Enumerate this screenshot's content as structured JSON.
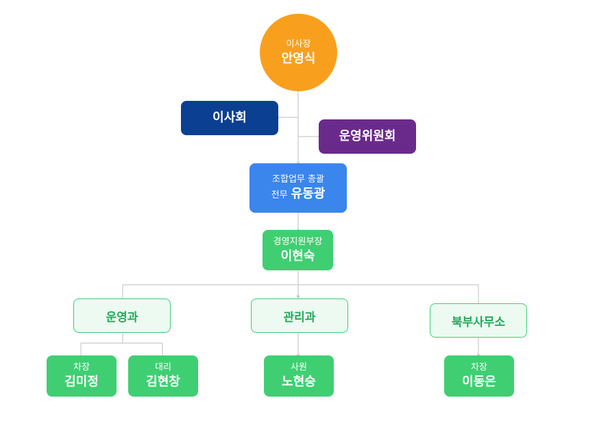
{
  "colors": {
    "chairman": "#f8a01e",
    "board": "#0b3f92",
    "committee": "#6a2a8c",
    "director": "#3b86ec",
    "green": "#3fcf72",
    "green_light_bg": "#ecfaf1",
    "green_text": "#23a95a",
    "line": "#c9c9c9"
  },
  "chairman": {
    "title": "이사장",
    "name": "안영식"
  },
  "board": {
    "label": "이사회"
  },
  "committee": {
    "label": "운영위원회"
  },
  "director": {
    "title": "조합업무 총괄",
    "title2": "전무",
    "name": "유동광"
  },
  "manager": {
    "title": "경영지원부장",
    "name": "이현숙"
  },
  "departments": [
    {
      "label": "운영과"
    },
    {
      "label": "관리과"
    },
    {
      "label": "북부사무소"
    }
  ],
  "staff": [
    {
      "title": "차장",
      "name": "김미정"
    },
    {
      "title": "대리",
      "name": "김현창"
    },
    {
      "title": "사원",
      "name": "노현승"
    },
    {
      "title": "차장",
      "name": "이동은"
    }
  ]
}
